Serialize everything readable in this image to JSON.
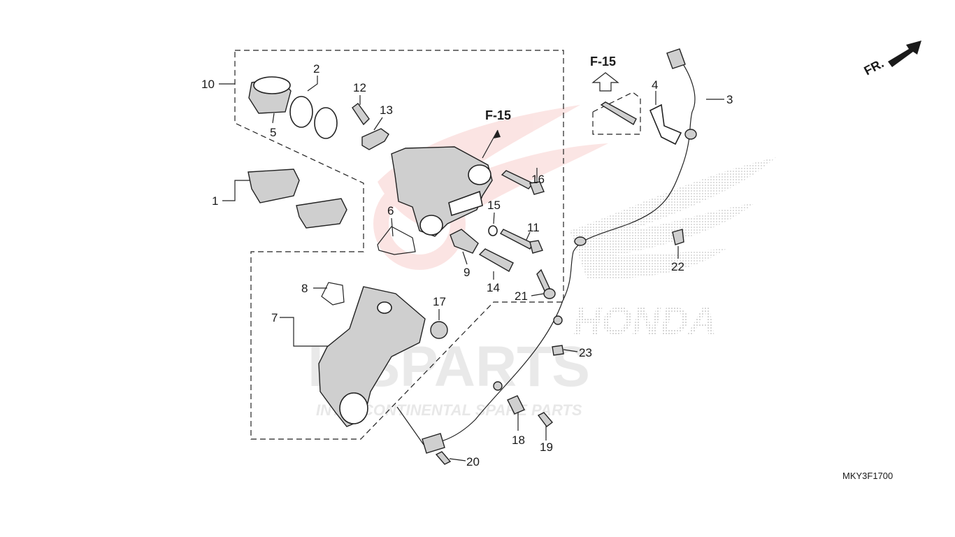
{
  "callouts": [
    "1",
    "2",
    "3",
    "4",
    "5",
    "6",
    "7",
    "8",
    "9",
    "10",
    "11",
    "12",
    "13",
    "14",
    "15",
    "16",
    "17",
    "18",
    "19",
    "20",
    "21",
    "22",
    "23"
  ],
  "refs": {
    "left": "F-15",
    "top": "F-15"
  },
  "direction": "FR.",
  "diagram_code": "MKY3F1700",
  "watermark": {
    "brand": "HONDA",
    "name": "IPSPARTS",
    "tagline": "INTERCONTINENTAL SPARE PARTS",
    "color": "#e3372e"
  }
}
